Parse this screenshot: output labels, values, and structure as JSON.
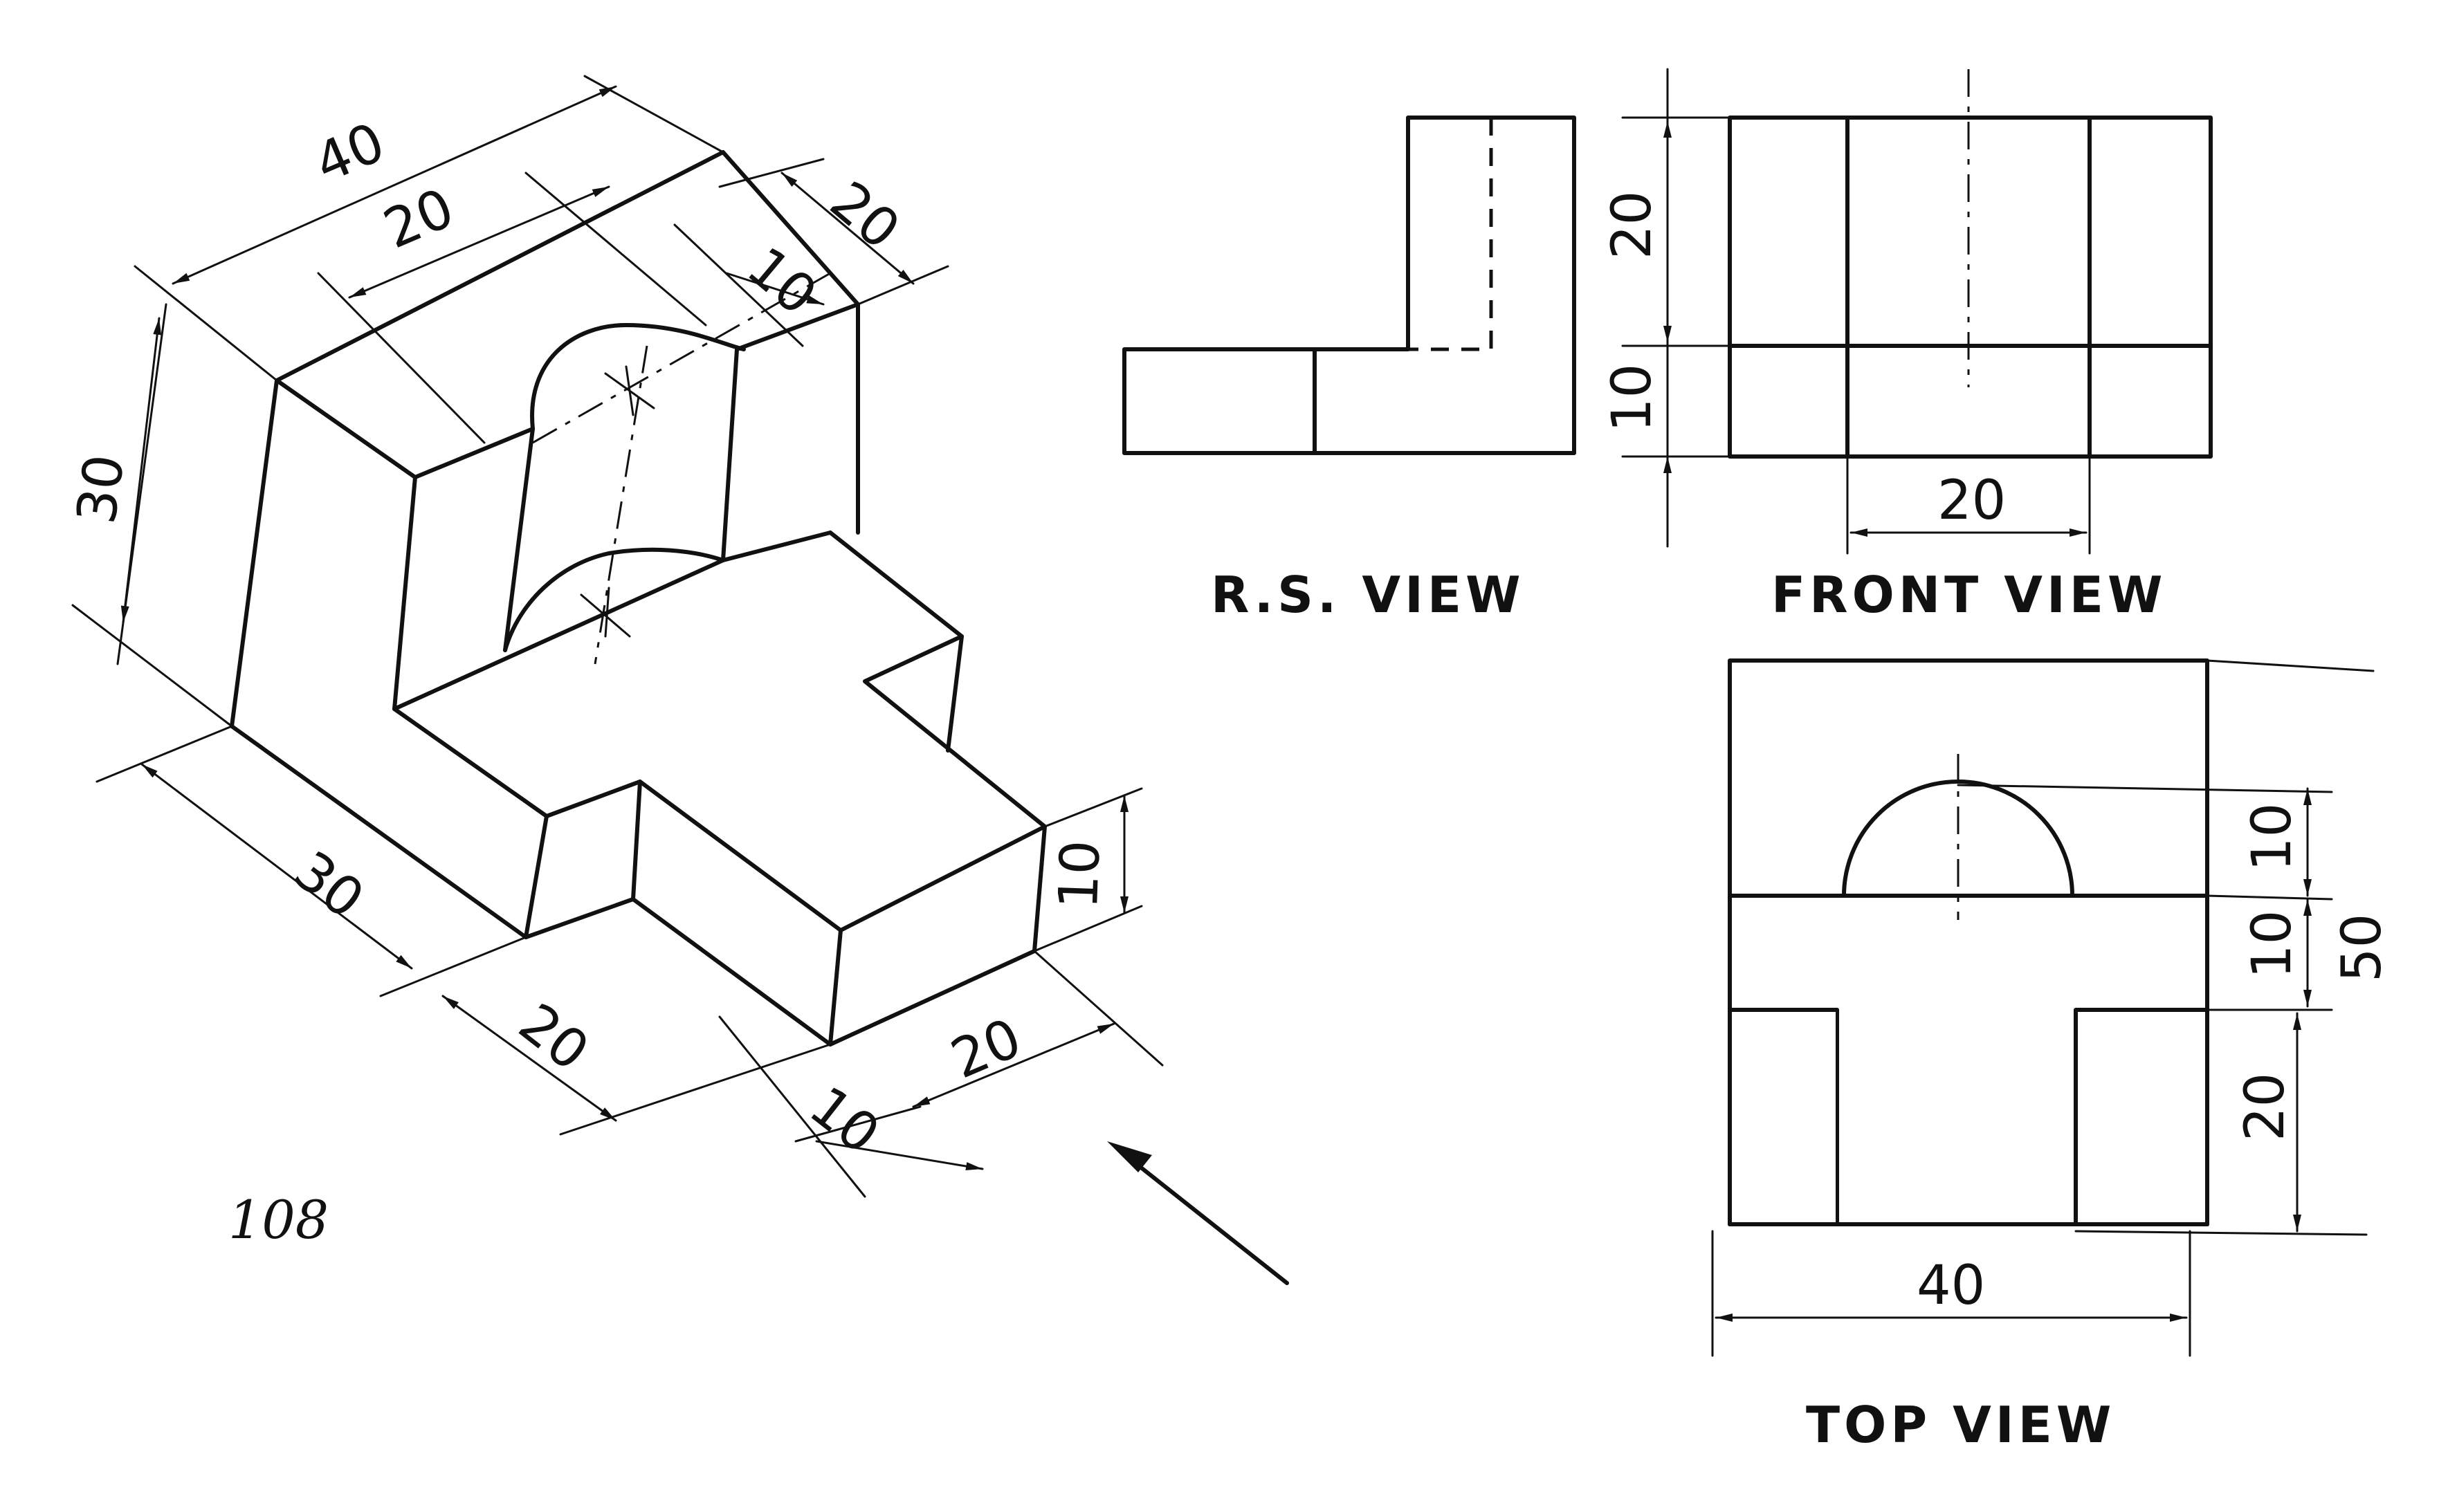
{
  "figure_number": "108",
  "views": {
    "rs_view_label": "R.S. VIEW",
    "front_view_label": "FRONT VIEW",
    "top_view_label": "TOP VIEW"
  },
  "iso_dims": {
    "top_overall": "40",
    "top_slot": "20",
    "right_depth": "20",
    "arc_offset": "10",
    "height": "30",
    "base_left": "30",
    "base_mid": "20",
    "step_height": "10",
    "base_right_a": "10",
    "base_right_b": "20"
  },
  "front_dims": {
    "upper_height": "20",
    "lower_height": "10",
    "slot_width": "20"
  },
  "top_dims": {
    "arc_depth": "10",
    "mid_depth": "10",
    "overall_depth": "50",
    "slot_depth": "20",
    "overall_width": "40"
  }
}
